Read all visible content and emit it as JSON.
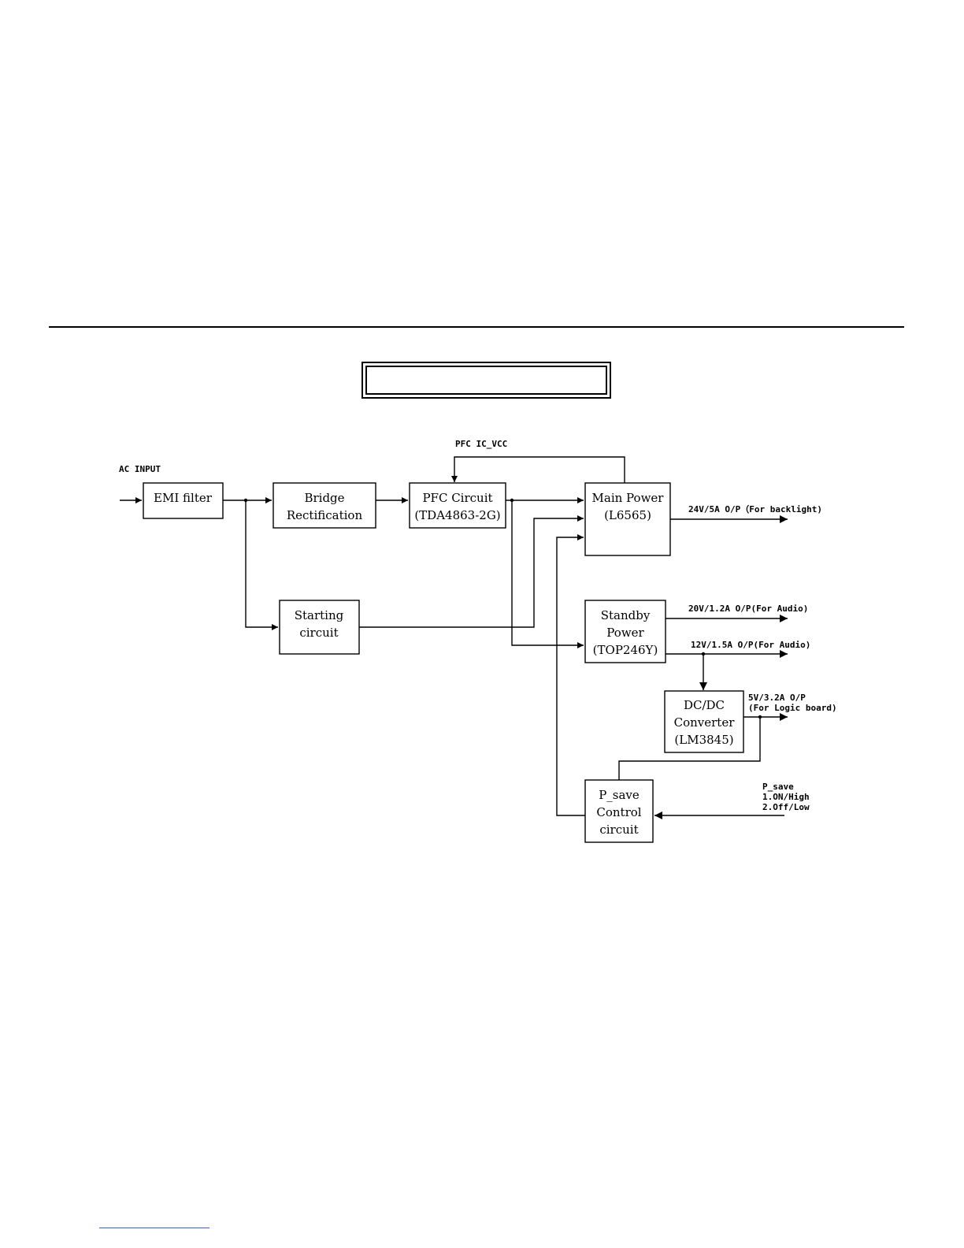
{
  "diagram": {
    "labels": {
      "pfc_ic_vcc": "PFC IC_VCC",
      "ac_input": "AC INPUT",
      "out_24v": "24V/5A O/P（For backlight)",
      "out_20v": "20V/1.2A O/P(For Audio)",
      "out_12v": "12V/1.5A O/P(For Audio)",
      "out_5v_line1": "5V/3.2A O/P",
      "out_5v_line2": "(For Logic board)",
      "psave_line1": "P_save",
      "psave_line2": "1.ON/High",
      "psave_line3": "2.Off/Low"
    },
    "blocks": {
      "emi": [
        "EMI filter"
      ],
      "bridge": [
        "Bridge",
        "Rectification"
      ],
      "pfc": [
        "PFC Circuit",
        "(TDA4863-2G)"
      ],
      "main": [
        "Main Power",
        "(L6565)"
      ],
      "starting": [
        "Starting",
        "circuit"
      ],
      "standby": [
        "Standby",
        "Power",
        "(TOP246Y)"
      ],
      "dcdc": [
        "DC/DC",
        "Converter",
        "(LM3845)"
      ],
      "psave": [
        "P_save",
        "Control",
        "circuit"
      ]
    }
  }
}
